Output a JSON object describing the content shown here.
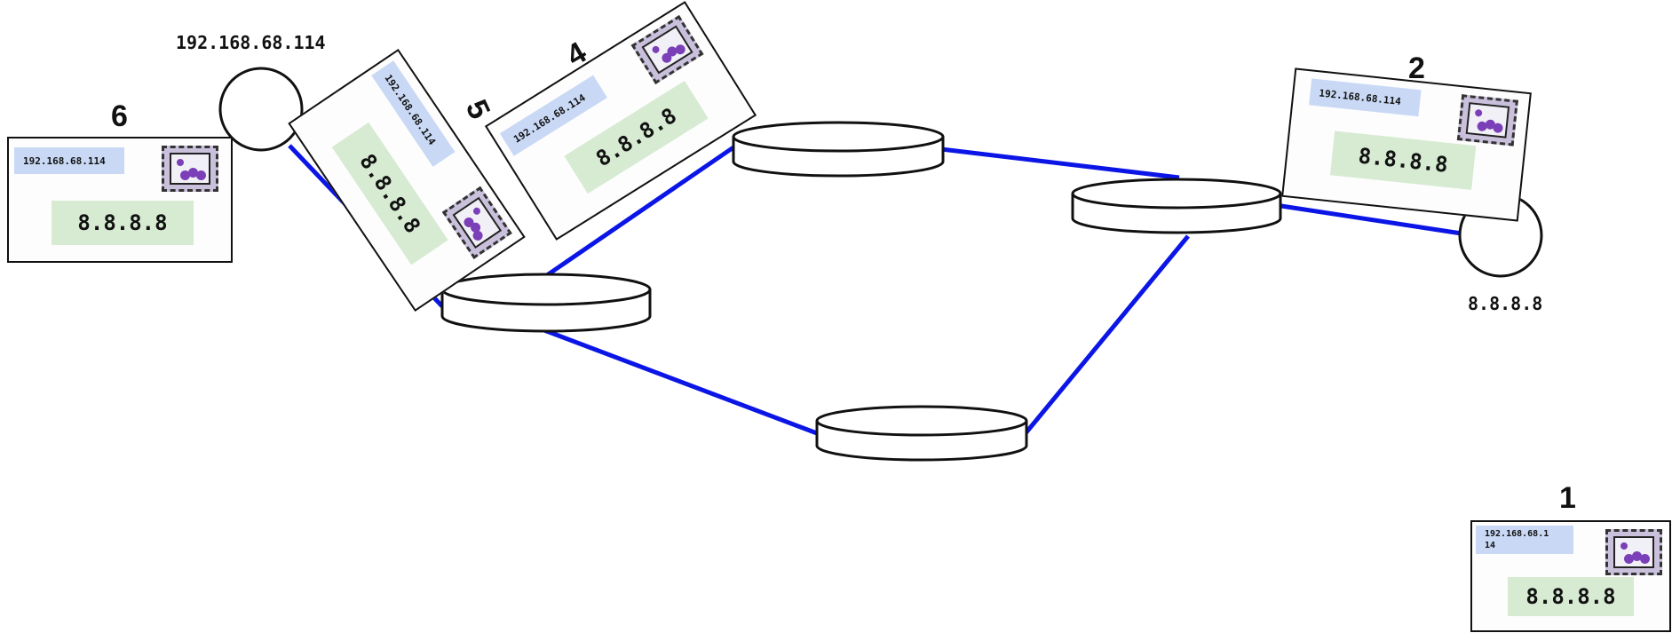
{
  "hosts": {
    "source": {
      "label": "192.168.68.114"
    },
    "destination": {
      "label": "8.8.8.8"
    }
  },
  "envelopes": [
    {
      "step": "1",
      "from": "192.168.68.1\n14",
      "to": "8.8.8.8"
    },
    {
      "step": "2",
      "from": "192.168.68.114",
      "to": "8.8.8.8"
    },
    {
      "step": "4",
      "from": "192.168.68.114",
      "to": "8.8.8.8"
    },
    {
      "step": "5",
      "from": "192.168.68.114",
      "to": "8.8.8.8"
    },
    {
      "step": "6",
      "from": "192.168.68.114",
      "to": "8.8.8.8"
    }
  ],
  "colors": {
    "link": "#0b16e6",
    "from_label_bg": "#c9d9f5",
    "to_label_bg": "#d6ebd2",
    "stamp_worm": "#7b3fb8"
  },
  "icons": [
    "postage-stamp-icon",
    "router-icon",
    "host-icon"
  ]
}
